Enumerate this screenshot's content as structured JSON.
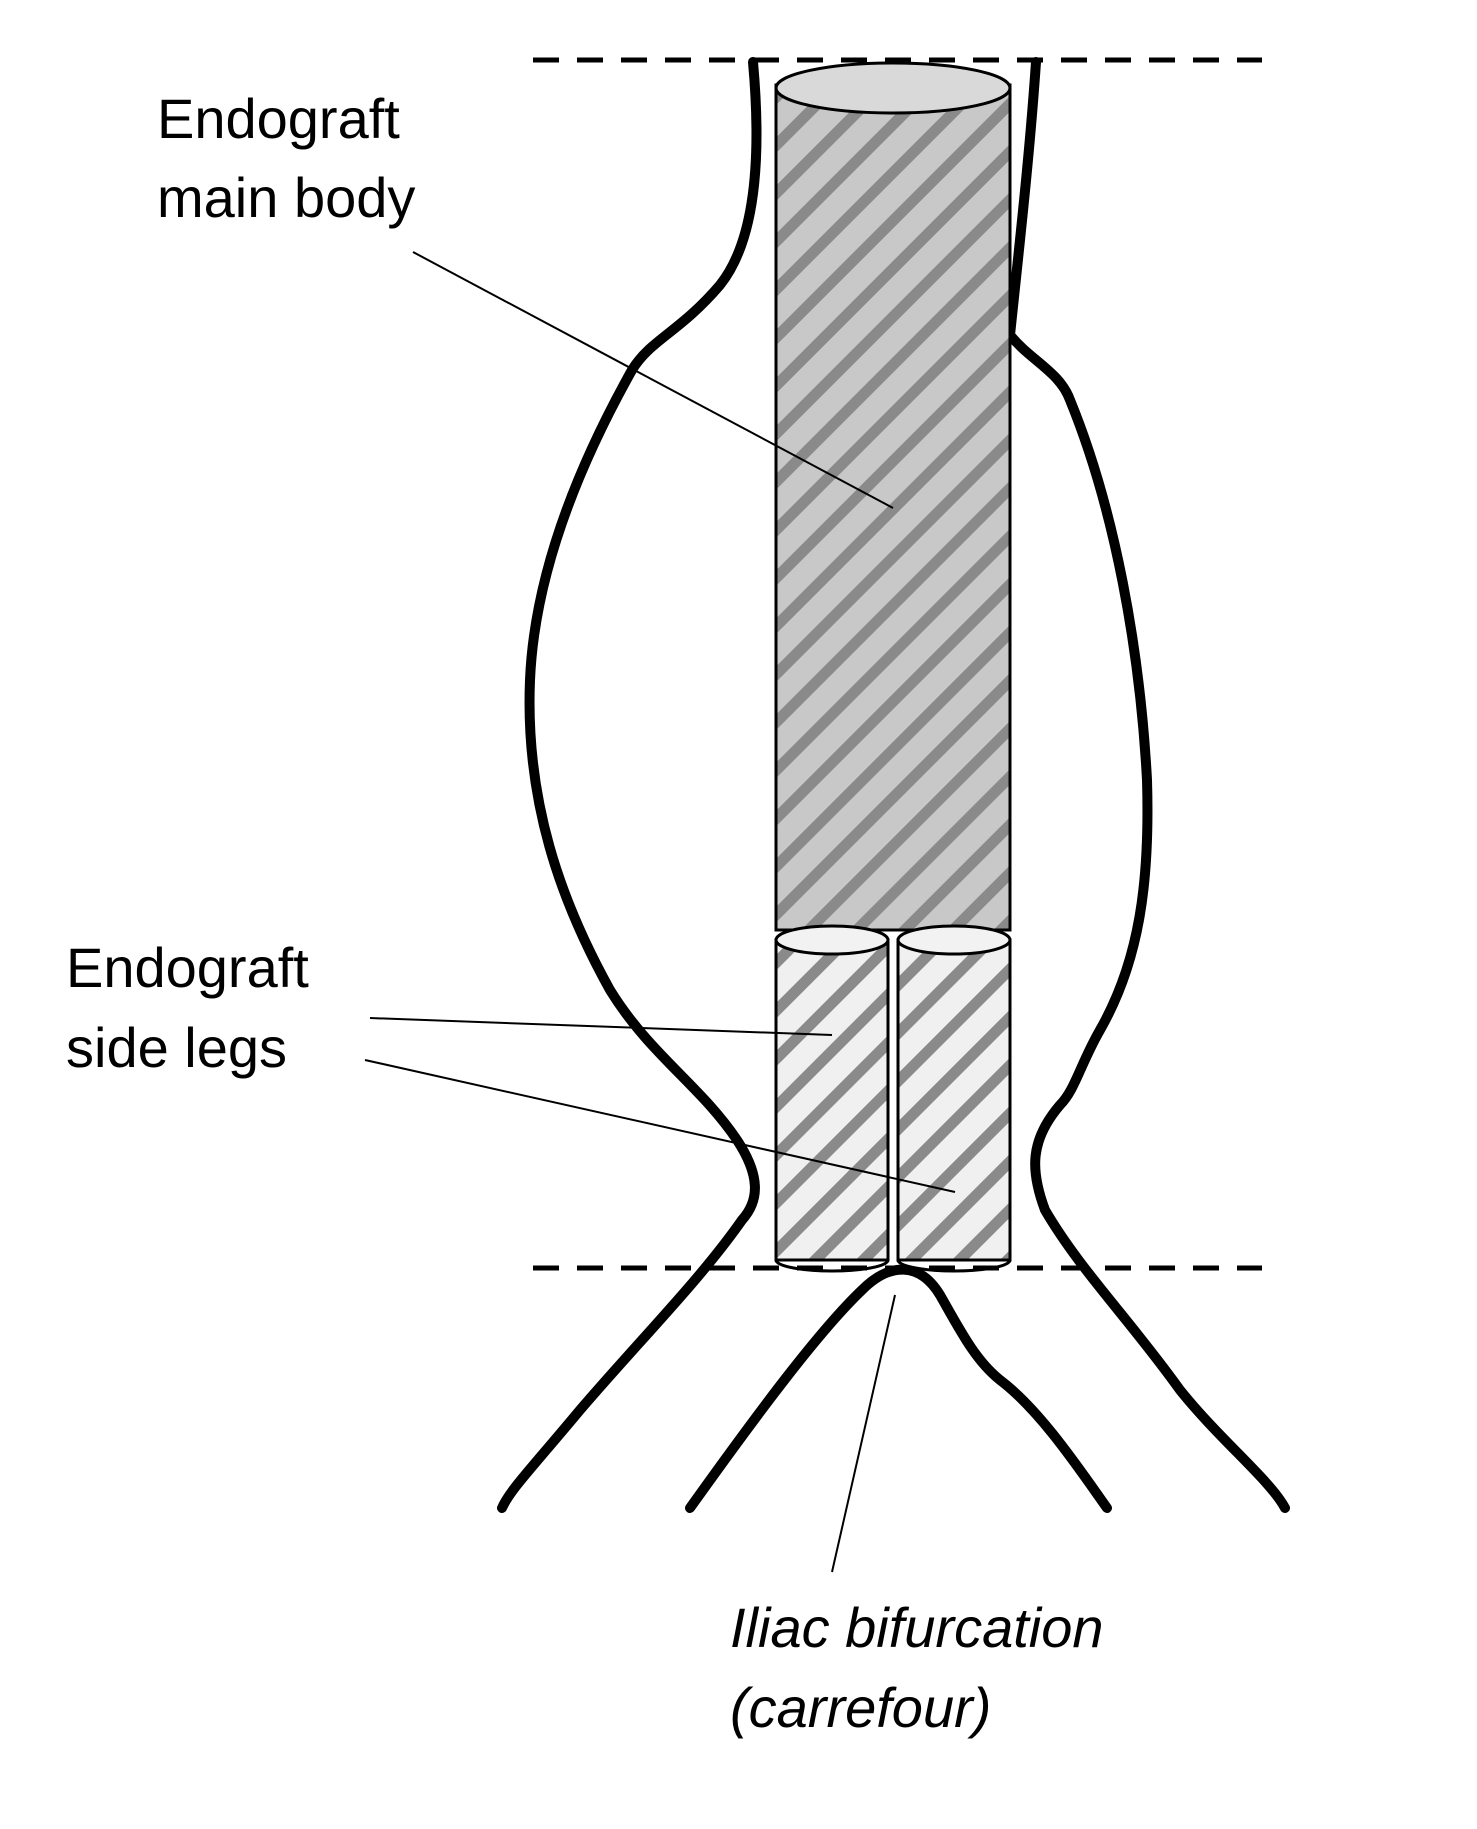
{
  "labels": {
    "main_body_line1": "Endograft",
    "main_body_line2": "main body",
    "side_legs_line1": "Endograft",
    "side_legs_line2": "side legs",
    "bifurcation_line1": "Iliac bifurcation",
    "bifurcation_line2": "(carrefour)"
  },
  "colors": {
    "outline": "#000000",
    "main_body_fill": "#c8c8c8",
    "main_body_stripe": "#8a8a8a",
    "side_leg_fill": "#f0f0f0",
    "side_leg_stripe": "#8a8a8a",
    "top_cap_fill": "#d9d9d9",
    "leg_cap_fill": "#f2f2f2"
  }
}
